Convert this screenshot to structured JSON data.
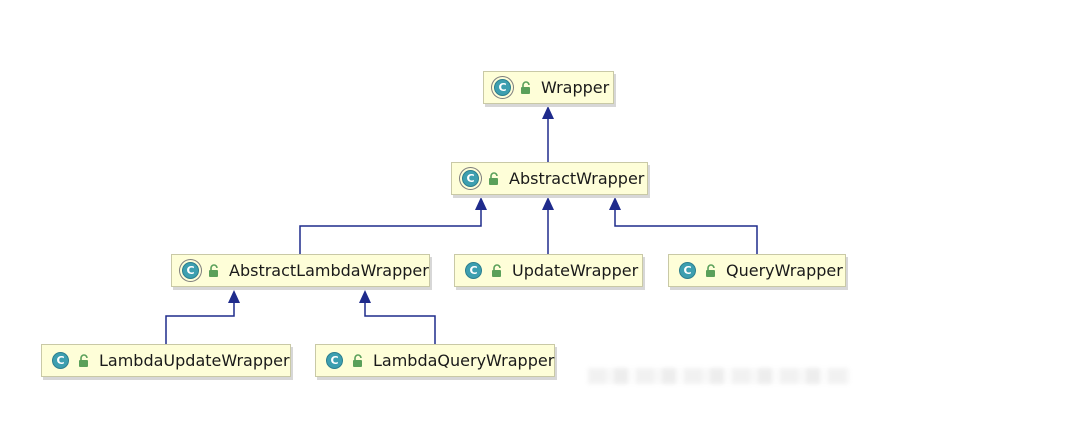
{
  "nodes": {
    "wrapper": {
      "label": "Wrapper",
      "icon": "class-icon",
      "abstract": true
    },
    "abstract_wrapper": {
      "label": "AbstractWrapper",
      "icon": "class-icon",
      "abstract": true
    },
    "abstract_lambda_wrapper": {
      "label": "AbstractLambdaWrapper",
      "icon": "class-icon",
      "abstract": true
    },
    "update_wrapper": {
      "label": "UpdateWrapper",
      "icon": "class-icon",
      "abstract": false
    },
    "query_wrapper": {
      "label": "QueryWrapper",
      "icon": "class-icon",
      "abstract": false
    },
    "lambda_update_wrapper": {
      "label": "LambdaUpdateWrapper",
      "icon": "class-icon",
      "abstract": false
    },
    "lambda_query_wrapper": {
      "label": "LambdaQueryWrapper",
      "icon": "class-icon",
      "abstract": false
    }
  },
  "edges": [
    {
      "from": "abstract_wrapper",
      "to": "wrapper",
      "type": "extends"
    },
    {
      "from": "abstract_lambda_wrapper",
      "to": "abstract_wrapper",
      "type": "extends"
    },
    {
      "from": "update_wrapper",
      "to": "abstract_wrapper",
      "type": "extends"
    },
    {
      "from": "query_wrapper",
      "to": "abstract_wrapper",
      "type": "extends"
    },
    {
      "from": "lambda_update_wrapper",
      "to": "abstract_lambda_wrapper",
      "type": "extends"
    },
    {
      "from": "lambda_query_wrapper",
      "to": "abstract_lambda_wrapper",
      "type": "extends"
    }
  ],
  "colors": {
    "node_fill": "#fefed8",
    "node_border": "#c9c9a6",
    "class_icon": "#3d9fb0",
    "public_icon": "#5aa05a",
    "edge": "#1f2b8c"
  },
  "icon_glyph": "C"
}
